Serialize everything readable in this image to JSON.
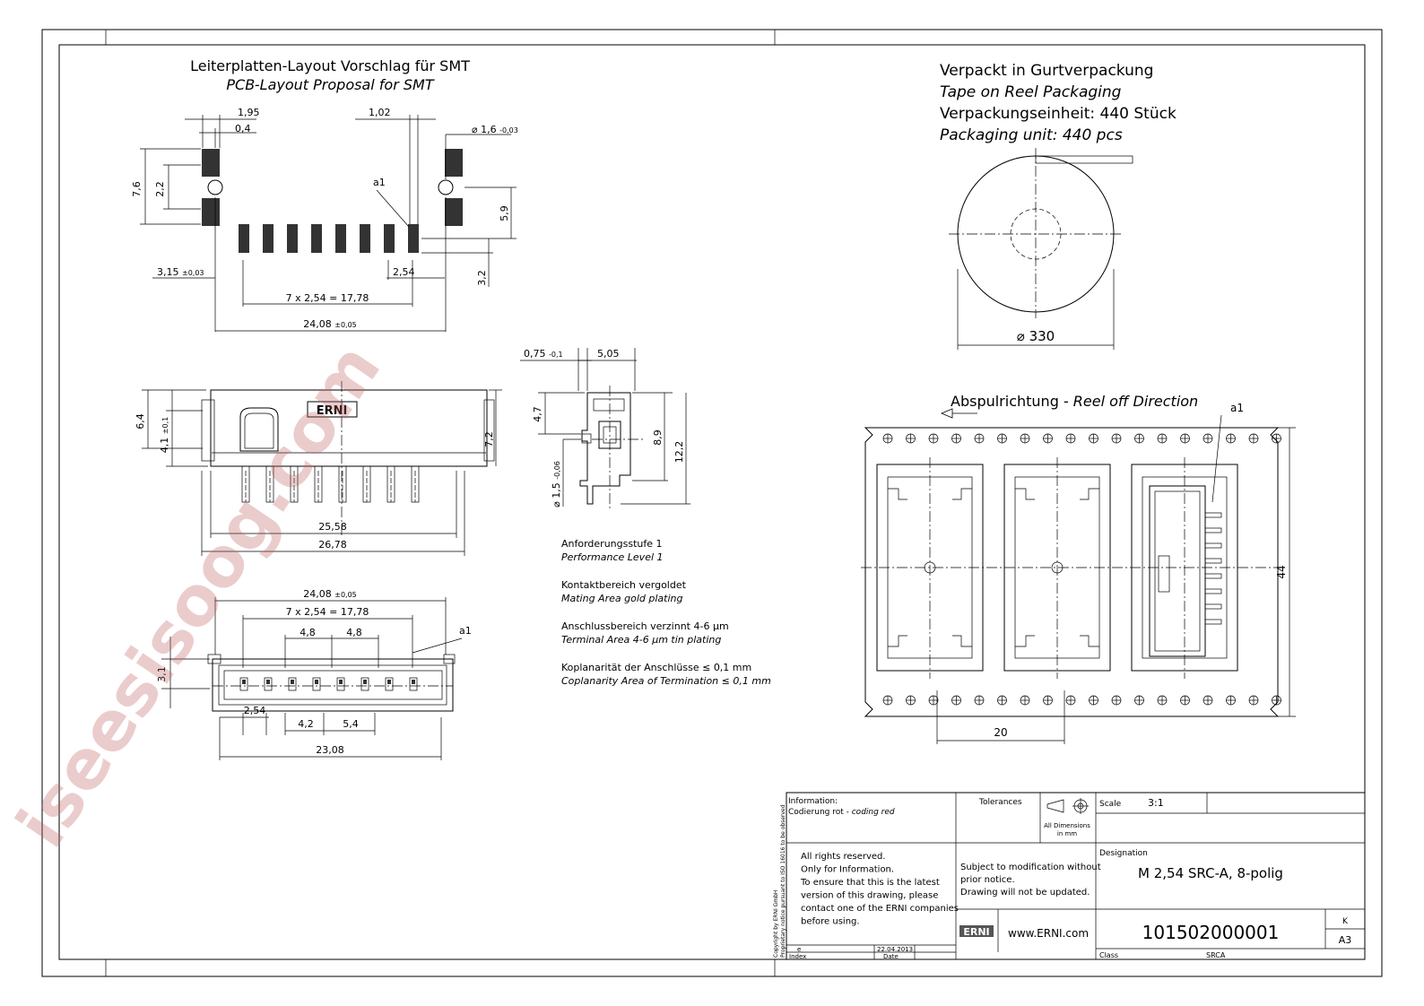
{
  "watermark": "iseesisoog.com",
  "pcb_layout": {
    "title_de": "Leiterplatten-Layout Vorschlag für SMT",
    "title_en": "PCB-Layout Proposal for SMT",
    "dims": {
      "d1": "1,95",
      "d2": "0,4",
      "d3": "1,02",
      "hole": "1,6",
      "hole_tol": "-0,03",
      "h1": "7,6",
      "h2": "2,2",
      "h3": "5,9",
      "h4": "3,2",
      "offset": "3,15",
      "offset_tol": "±0,03",
      "pitch": "2,54",
      "pitch_total": "7 x 2,54 = 17,78",
      "width": "24,08",
      "width_tol": "±0,05",
      "a1": "a1"
    }
  },
  "side_view": {
    "dims": {
      "h1": "6,4",
      "h2": "4,1",
      "h2_tol": "±0,1",
      "h3": "7,2",
      "w1": "25,58",
      "w2": "26,78"
    },
    "logo": "ERNI"
  },
  "end_view": {
    "dims": {
      "d1": "0,75",
      "d1_tol": "-0,1",
      "d2": "5,05",
      "h1": "4,7",
      "h2": "8,9",
      "h3": "12,2",
      "pin": "1,5",
      "pin_tol": "-0,06"
    }
  },
  "bottom_view": {
    "dims": {
      "width": "24,08",
      "width_tol": "±0,05",
      "pitch_total": "7 x 2,54 = 17,78",
      "a": "4,8",
      "b": "4,8",
      "h": "3,1",
      "pitch": "2,54",
      "c": "4,2",
      "d": "5,4",
      "total": "23,08",
      "a1": "a1"
    }
  },
  "notes": [
    {
      "de": "Anforderungsstufe 1",
      "en": "Performance Level 1"
    },
    {
      "de": "Kontaktbereich vergoldet",
      "en": "Mating Area gold plating"
    },
    {
      "de": "Anschlussbereich verzinnt 4-6 µm",
      "en": "Terminal Area 4-6 µm tin plating"
    },
    {
      "de": "Koplanarität der Anschlüsse ≤ 0,1 mm",
      "en": "Coplanarity Area of Termination ≤ 0,1 mm"
    }
  ],
  "packaging": {
    "line1": "Verpackt in Gurtverpackung",
    "line2": "Tape on Reel Packaging",
    "line3": "Verpackungseinheit:  440 Stück",
    "line4": "Packaging unit:  440 pcs",
    "reel_dim": "330",
    "direction_de": "Abspulrichtung - ",
    "direction_en": "Reel off Direction",
    "tape_width": "44",
    "tape_pitch": "20",
    "a1": "a1"
  },
  "title_block": {
    "information_label": "Information:",
    "information_text_de": "Codierung rot - ",
    "information_text_en": "coding red",
    "tolerances": "Tolerances",
    "all_dims": "All Dimensions",
    "in_mm": "in mm",
    "scale_label": "Scale",
    "scale_value": "3:1",
    "rights": [
      "All rights reserved.",
      "Only for Information.",
      "To ensure that this is the latest",
      "version of this drawing, please",
      "contact one of the ERNI companies",
      "before using."
    ],
    "subject": [
      "Subject to modification without",
      "prior notice.",
      "Drawing will not be updated."
    ],
    "designation_label": "Designation",
    "designation_value": "M 2,54 SRC-A, 8-polig",
    "logo": "ERNI",
    "website": "www.ERNI.com",
    "part_number": "101502000001",
    "rev_label": "K",
    "format": "A3",
    "index_value": "e",
    "date_value": "22.04.2013",
    "index_label": "Index",
    "date_label": "Date",
    "class_label": "Class",
    "class_value": "SRCA",
    "copyright": "Copyright by ERNI GmbH",
    "proprietary": "Proprietary notice pursuant to ISO 16016 to be observed"
  }
}
